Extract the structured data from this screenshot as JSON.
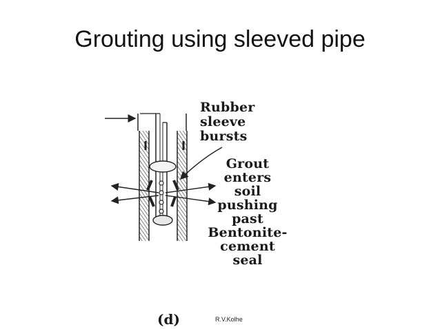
{
  "slide": {
    "title": "Grouting using sleeved pipe",
    "author": "R.V.Kolhe"
  },
  "figure": {
    "caption": "(d)",
    "label_sleeve": [
      "Rubber",
      "sleeve",
      "bursts"
    ],
    "label_grout": [
      "Grout",
      "enters",
      "soil",
      "pushing",
      "past",
      "Bentonite-",
      "cement",
      "seal"
    ]
  }
}
